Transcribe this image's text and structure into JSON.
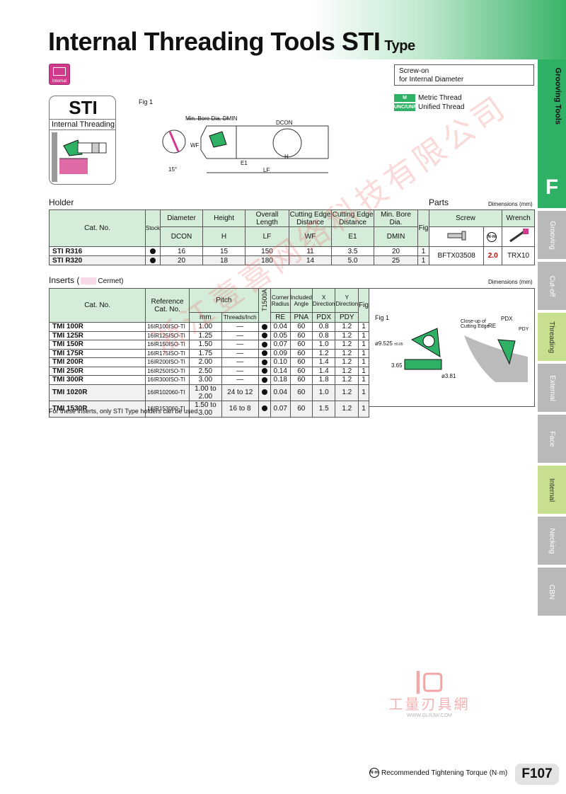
{
  "header": {
    "title": "Internal Threading Tools STI",
    "suffix": "Type"
  },
  "icon": {
    "label": "Internal"
  },
  "sti": {
    "code": "STI",
    "name": "Internal Threading"
  },
  "mount": {
    "line1": "Screw-on",
    "line2": "for Internal Diameter"
  },
  "threads": [
    {
      "badge": "M",
      "label": "Metric Thread"
    },
    {
      "badge": "UNC/UNF",
      "label": "Unified Thread"
    }
  ],
  "figure": {
    "fig_label": "Fig 1",
    "min_bore": "Min. Bore Dia. DMIN",
    "dcon": "DCON",
    "wf": "WF",
    "h": "H",
    "e1": "E1",
    "lf": "LF",
    "angle": "15°"
  },
  "holder": {
    "title": "Holder",
    "parts_title": "Parts",
    "dims": "Dimensions (mm)",
    "headers": {
      "cat": "Cat. No.",
      "stock": "Stock",
      "diameter": "Diameter",
      "height": "Height",
      "overall": "Overall Length",
      "wf": "Cutting Edge Distance",
      "e1": "Cutting Edge Distance",
      "dmin": "Min. Bore Dia.",
      "fig": "Fig",
      "screw": "Screw",
      "wrench": "Wrench",
      "dcon": "DCON",
      "h": "H",
      "lf": "LF",
      "wf_code": "WF",
      "e1_code": "E1",
      "dmin_code": "DMIN"
    },
    "rows": [
      {
        "cat": "STI R316",
        "dcon": "16",
        "h": "15",
        "lf": "150",
        "wf": "11",
        "e1": "3.5",
        "dmin": "20",
        "fig": "1"
      },
      {
        "cat": "STI R320",
        "dcon": "20",
        "h": "18",
        "lf": "180",
        "wf": "14",
        "e1": "5.0",
        "dmin": "25",
        "fig": "1"
      }
    ],
    "screw": "BFTX03508",
    "torque": "2.0",
    "wrench": "TRX10"
  },
  "inserts": {
    "title": "Inserts (",
    "title_tail": "Cermet)",
    "dims": "Dimensions (mm)",
    "headers": {
      "cat": "Cat. No.",
      "ref": "Reference Cat. No.",
      "pitch": "Pitch",
      "grade": "T1500A",
      "corner": "Corner Radius",
      "included": "Included Angle",
      "x": "X Direction",
      "y": "Y Direction",
      "fig": "Fig",
      "mm": "mm",
      "tpi": "Threads/Inch",
      "re": "RE",
      "pna": "PNA",
      "pdx": "PDX",
      "pdy": "PDY"
    },
    "rows": [
      {
        "cat": "TMI 100R",
        "ref": "16IR100ISO-TI",
        "mm": "1.00",
        "tpi": "—",
        "re": "0.04",
        "pna": "60",
        "pdx": "0.8",
        "pdy": "1.2",
        "fig": "1"
      },
      {
        "cat": "TMI 125R",
        "ref": "16IR125ISO-TI",
        "mm": "1.25",
        "tpi": "—",
        "re": "0.05",
        "pna": "60",
        "pdx": "0.8",
        "pdy": "1.2",
        "fig": "1"
      },
      {
        "cat": "TMI 150R",
        "ref": "16IR150ISO-TI",
        "mm": "1.50",
        "tpi": "—",
        "re": "0.07",
        "pna": "60",
        "pdx": "1.0",
        "pdy": "1.2",
        "fig": "1"
      },
      {
        "cat": "TMI 175R",
        "ref": "16IR175ISO-TI",
        "mm": "1.75",
        "tpi": "—",
        "re": "0.09",
        "pna": "60",
        "pdx": "1.2",
        "pdy": "1.2",
        "fig": "1"
      },
      {
        "cat": "TMI 200R",
        "ref": "16IR200ISO-TI",
        "mm": "2.00",
        "tpi": "—",
        "re": "0.10",
        "pna": "60",
        "pdx": "1.4",
        "pdy": "1.2",
        "fig": "1"
      },
      {
        "cat": "TMI 250R",
        "ref": "16IR250ISO-TI",
        "mm": "2.50",
        "tpi": "—",
        "re": "0.14",
        "pna": "60",
        "pdx": "1.4",
        "pdy": "1.2",
        "fig": "1"
      },
      {
        "cat": "TMI 300R",
        "ref": "16IR300ISO-TI",
        "mm": "3.00",
        "tpi": "—",
        "re": "0.18",
        "pna": "60",
        "pdx": "1.8",
        "pdy": "1.2",
        "fig": "1"
      },
      {
        "cat": "TMI 1020R",
        "ref": "16IR102060-TI",
        "mm": "1.00 to 2.00",
        "tpi": "24 to 12",
        "re": "0.04",
        "pna": "60",
        "pdx": "1.0",
        "pdy": "1.2",
        "fig": "1"
      },
      {
        "cat": "TMI 1530R",
        "ref": "16IR153060-TI",
        "mm": "1.50 to 3.00",
        "tpi": "16 to 8",
        "re": "0.07",
        "pna": "60",
        "pdx": "1.5",
        "pdy": "1.2",
        "fig": "1"
      }
    ],
    "fig": {
      "label": "Fig 1",
      "closeup": "Close-up of Cutting Edge",
      "d1": "ø9.525",
      "d1_tol": "±0.05",
      "t": "3.65",
      "d2": "ø3.81",
      "re": "RE",
      "pdx": "PDX",
      "pdy": "PDY"
    },
    "note": "For these inserts, only STI Type holders can be used."
  },
  "tabs": [
    {
      "label": "Grooving Tools"
    },
    {
      "label": "F"
    },
    {
      "label": "Grooving"
    },
    {
      "label": "Cut-off"
    },
    {
      "label": "Threading"
    },
    {
      "label": "External"
    },
    {
      "label": "Face"
    },
    {
      "label": "Internal"
    },
    {
      "label": "Necking"
    },
    {
      "label": "CBN"
    }
  ],
  "watermark": {
    "text": "浙江壹喜网络科技有限公司"
  },
  "logo": {
    "cn": "工量刃具網",
    "url": "WWW.GLRJW.COM"
  },
  "footer": {
    "torque_icon": "N·m",
    "torque_note": "Recommended Tightening Torque (N·m)",
    "page": "F107"
  }
}
